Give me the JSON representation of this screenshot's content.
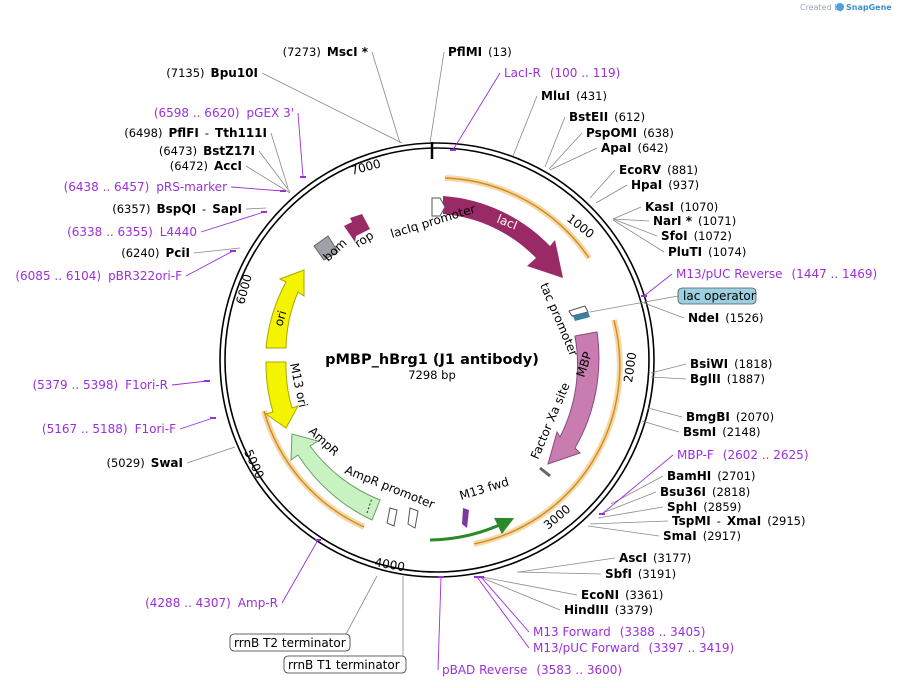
{
  "credit": "Created by",
  "brand": "SnapGene",
  "plasmid": {
    "name": "pMBP_hBrg1 (J1 antibody)",
    "length_label": "7298 bp",
    "length": 7298
  },
  "ticks": [
    "1000",
    "2000",
    "3000",
    "4000",
    "5000",
    "6000",
    "7000"
  ],
  "features": [
    {
      "label": "lacI",
      "color": "#9a2a65"
    },
    {
      "label": "lacIq promoter",
      "color": "#ffffff"
    },
    {
      "label": "tac promoter",
      "color": "#ffffff"
    },
    {
      "label": "lac operator",
      "color": "#9ad0e0"
    },
    {
      "label": "MBP",
      "color": "#c97cb0"
    },
    {
      "label": "Factor Xa site",
      "color": "#888888"
    },
    {
      "label": "M13 fwd",
      "color": "#2a8a2a"
    },
    {
      "label": "AmpR promoter",
      "color": "#ffffff"
    },
    {
      "label": "AmpR",
      "color": "#c9f2c2"
    },
    {
      "label": "M13 ori",
      "color": "#f4f400"
    },
    {
      "label": "ori",
      "color": "#f4f400"
    },
    {
      "label": "bom",
      "color": "#a0a0a8"
    },
    {
      "label": "rop",
      "color": "#9a2a65"
    },
    {
      "label": "rrnB T2 terminator",
      "color": "#ffffff"
    },
    {
      "label": "rrnB T1 terminator",
      "color": "#ffffff"
    }
  ],
  "enzymes": [
    {
      "pos": "(7273)",
      "name": "MscI *"
    },
    {
      "name": "PflMI",
      "pos": "(13)"
    },
    {
      "pos": "(7135)",
      "name": "Bpu10I"
    },
    {
      "name": "MluI",
      "pos": "(431)"
    },
    {
      "name": "BstEII",
      "pos": "(612)"
    },
    {
      "name": "PspOMI",
      "pos": "(638)"
    },
    {
      "name": "ApaI",
      "pos": "(642)"
    },
    {
      "name": "EcoRV",
      "pos": "(881)"
    },
    {
      "name": "HpaI",
      "pos": "(937)"
    },
    {
      "name": "KasI",
      "pos": "(1070)"
    },
    {
      "name": "NarI *",
      "pos": "(1071)"
    },
    {
      "name": "SfoI",
      "pos": "(1072)"
    },
    {
      "name": "PluTI",
      "pos": "(1074)"
    },
    {
      "name": "NdeI",
      "pos": "(1526)"
    },
    {
      "name": "BsiWI",
      "pos": "(1818)"
    },
    {
      "name": "BglII",
      "pos": "(1887)"
    },
    {
      "name": "BmgBI",
      "pos": "(2070)"
    },
    {
      "name": "BsmI",
      "pos": "(2148)"
    },
    {
      "name": "BamHI",
      "pos": "(2701)"
    },
    {
      "name": "Bsu36I",
      "pos": "(2818)"
    },
    {
      "name": "SphI",
      "pos": "(2859)"
    },
    {
      "name": "TspMI",
      "sep": "-",
      "name2": "XmaI",
      "pos": "(2915)"
    },
    {
      "name": "SmaI",
      "pos": "(2917)"
    },
    {
      "name": "AscI",
      "pos": "(3177)"
    },
    {
      "name": "SbfI",
      "pos": "(3191)"
    },
    {
      "name": "EcoNI",
      "pos": "(3361)"
    },
    {
      "name": "HindIII",
      "pos": "(3379)"
    },
    {
      "pos": "(6498)",
      "name": "PflFI",
      "sep": "-",
      "name2": "Tth111I"
    },
    {
      "pos": "(6473)",
      "name": "BstZ17I"
    },
    {
      "pos": "(6472)",
      "name": "AccI"
    },
    {
      "pos": "(6357)",
      "name": "BspQI",
      "sep": "-",
      "name2": "SapI"
    },
    {
      "pos": "(6240)",
      "name": "PciI"
    },
    {
      "pos": "(5029)",
      "name": "SwaI"
    }
  ],
  "primers": [
    {
      "name": "LacI-R",
      "range": "(100 .. 119)"
    },
    {
      "name": "M13/pUC Reverse",
      "range": "(1447 .. 1469)"
    },
    {
      "name": "MBP-F",
      "range": "(2602 .. 2625)"
    },
    {
      "name": "M13 Forward",
      "range": "(3388 .. 3405)"
    },
    {
      "name": "M13/pUC Forward",
      "range": "(3397 .. 3419)"
    },
    {
      "name": "pBAD Reverse",
      "range": "(3583 .. 3600)"
    },
    {
      "name": "Amp-R",
      "range": "(4288 .. 4307)"
    },
    {
      "name": "F1ori-F",
      "range": "(5167 .. 5188)"
    },
    {
      "name": "F1ori-R",
      "range": "(5379 .. 5398)"
    },
    {
      "name": "pBR322ori-F",
      "range": "(6085 .. 6104)"
    },
    {
      "name": "L4440",
      "range": "(6338 .. 6355)"
    },
    {
      "name": "pRS-marker",
      "range": "(6438 .. 6457)"
    },
    {
      "name": "pGEX 3'",
      "range": "(6598 .. 6620)"
    }
  ]
}
